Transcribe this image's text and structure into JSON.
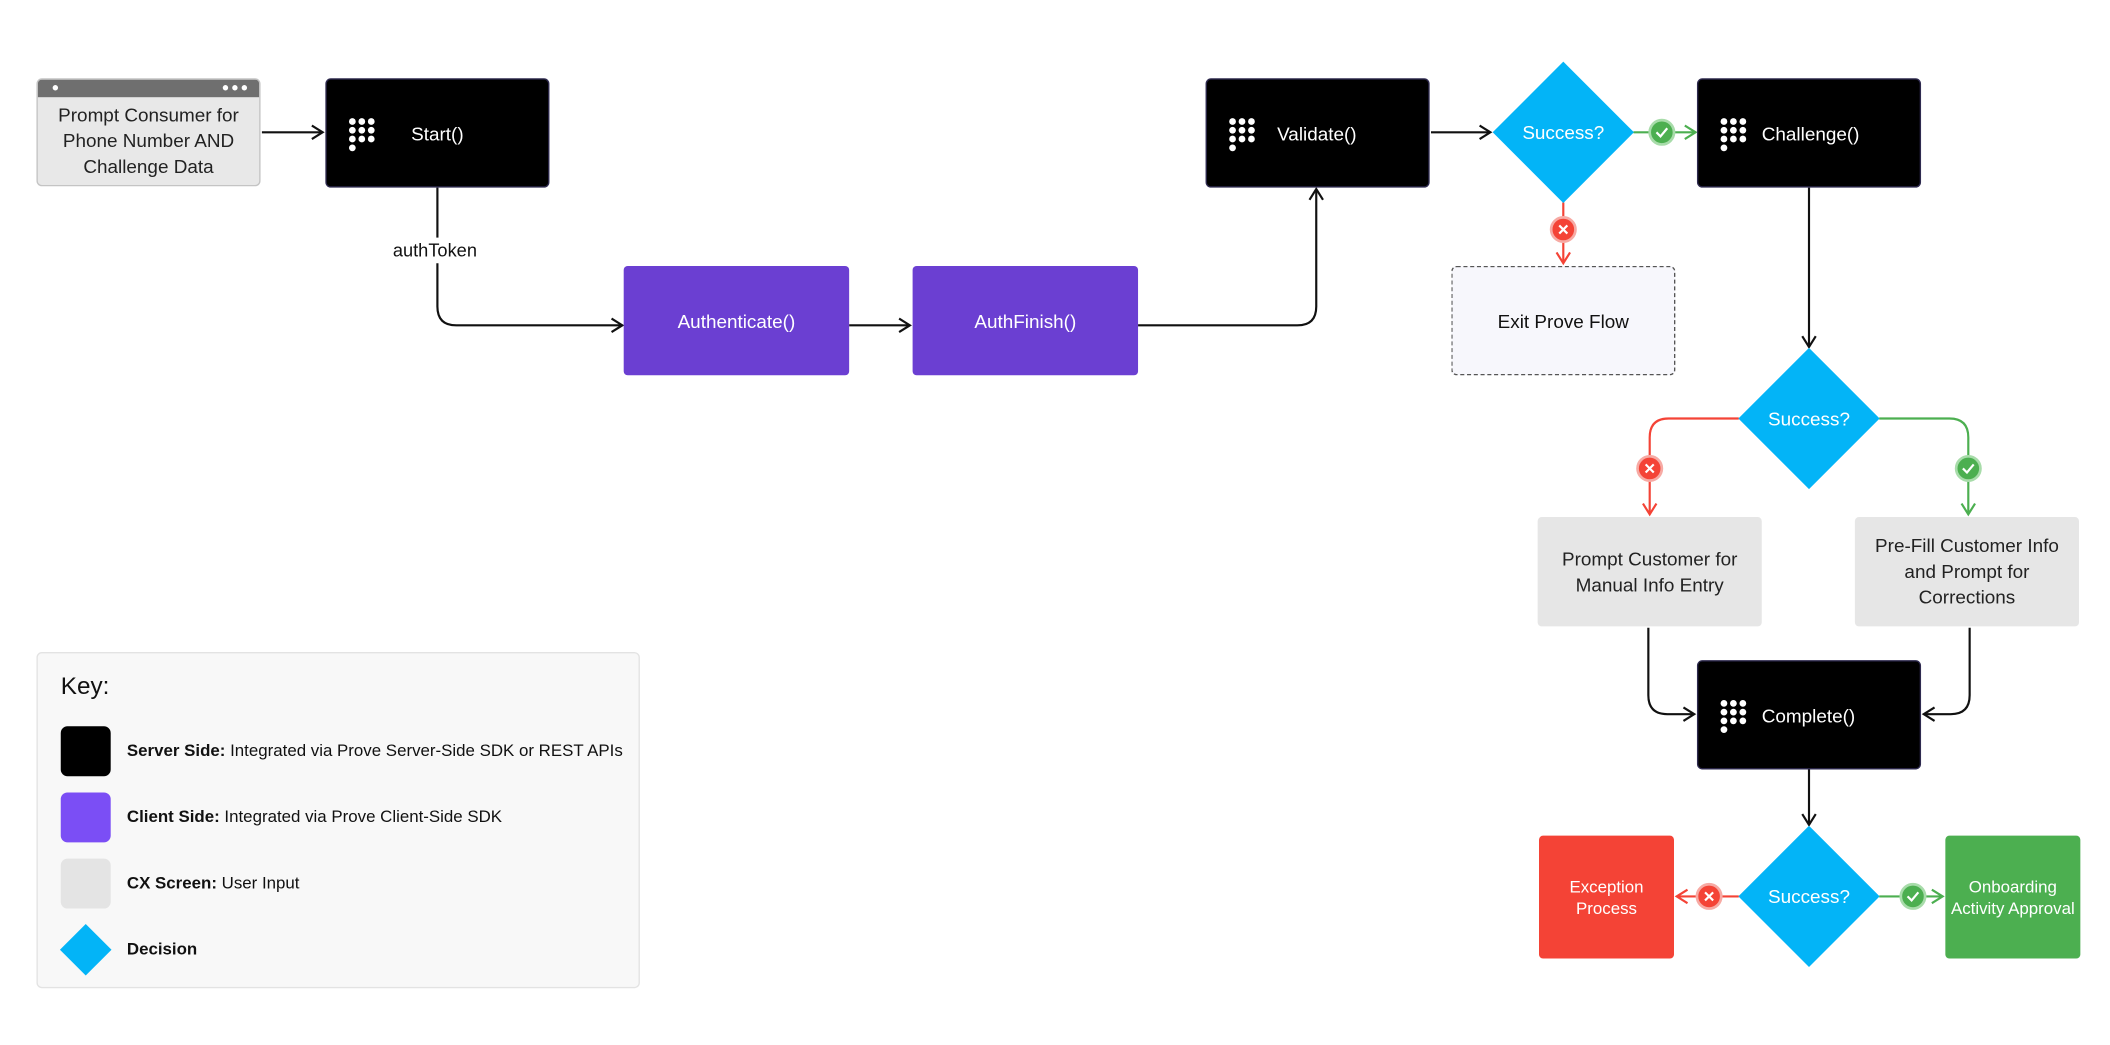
{
  "nodes": {
    "prompt_consumer": "Prompt Consumer for Phone Number AND Challenge Data",
    "start": "Start()",
    "authenticate": "Authenticate()",
    "authfinish": "AuthFinish()",
    "validate": "Validate()",
    "challenge": "Challenge()",
    "exit_prove_flow": "Exit Prove Flow",
    "prompt_manual_entry": "Prompt Customer for Manual Info Entry",
    "prefill_info": "Pre-Fill Customer Info and Prompt for Corrections",
    "complete": "Complete()",
    "exception_process": "Exception Process",
    "onboarding_approval": "Onboarding Activity Approval"
  },
  "decisions": {
    "after_validate": "Success?",
    "after_challenge": "Success?",
    "after_complete": "Success?"
  },
  "edge_labels": {
    "auth_token": "authToken"
  },
  "key": {
    "title": "Key:",
    "items": [
      {
        "bold": "Server Side:",
        "text": " Integrated via Prove Server-Side SDK or REST APIs",
        "color": "#000000"
      },
      {
        "bold": "Client Side:",
        "text": " Integrated via Prove Client-Side SDK",
        "color": "#7b4ef5"
      },
      {
        "bold": "CX Screen:",
        "text": " User Input",
        "color": "#e4e4e4"
      },
      {
        "bold": "Decision",
        "text": "",
        "color": "#03b4f7"
      }
    ]
  },
  "colors": {
    "server": "#000000",
    "client": "#6b3fd2",
    "cx_screen": "#e6e6e6",
    "decision": "#03b4f7",
    "success": "#4caf50",
    "failure": "#f44336"
  },
  "icons": [
    "dot-grid-icon",
    "check-icon",
    "x-icon",
    "arrow-icon"
  ]
}
